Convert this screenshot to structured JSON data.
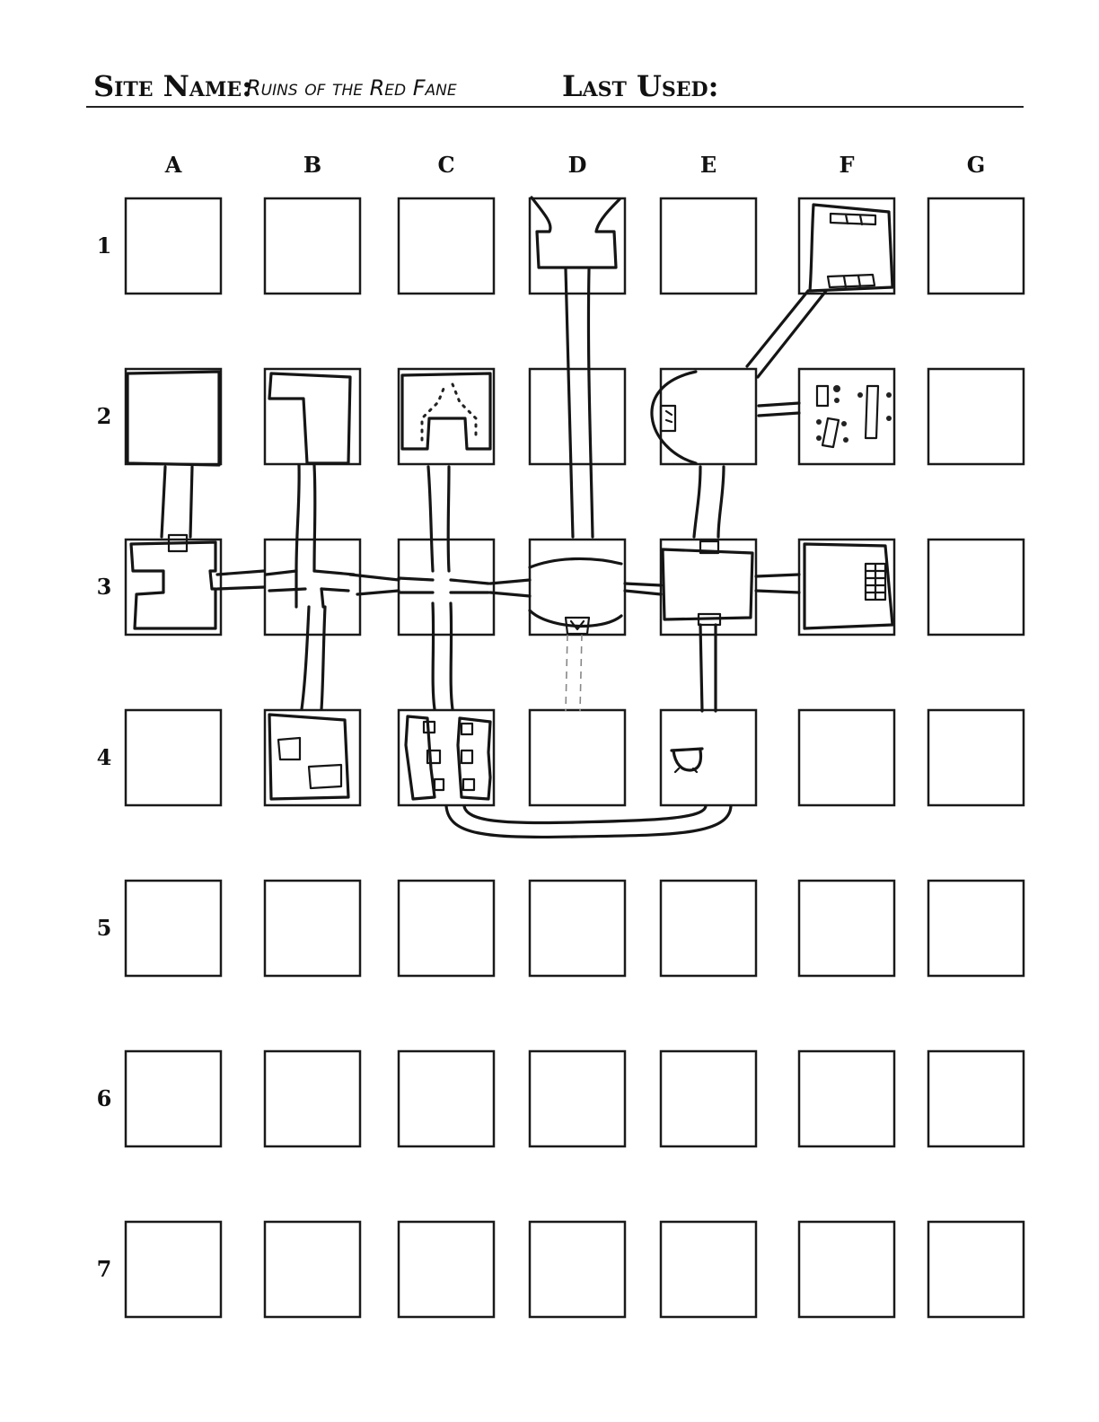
{
  "header": {
    "site_name_label": "Site Name:",
    "site_name_value": "Ruins of the Red Fane",
    "last_used_label": "Last Used:",
    "last_used_value": ""
  },
  "grid": {
    "columns": [
      "A",
      "B",
      "C",
      "D",
      "E",
      "F",
      "G"
    ],
    "rows": [
      "1",
      "2",
      "3",
      "4",
      "5",
      "6",
      "7"
    ]
  },
  "drawn_rooms": [
    "D1",
    "F1",
    "A2",
    "B2",
    "C2",
    "E2",
    "F2",
    "A3",
    "B3",
    "C3",
    "D3",
    "E3",
    "F3",
    "B4",
    "C4",
    "E4"
  ]
}
